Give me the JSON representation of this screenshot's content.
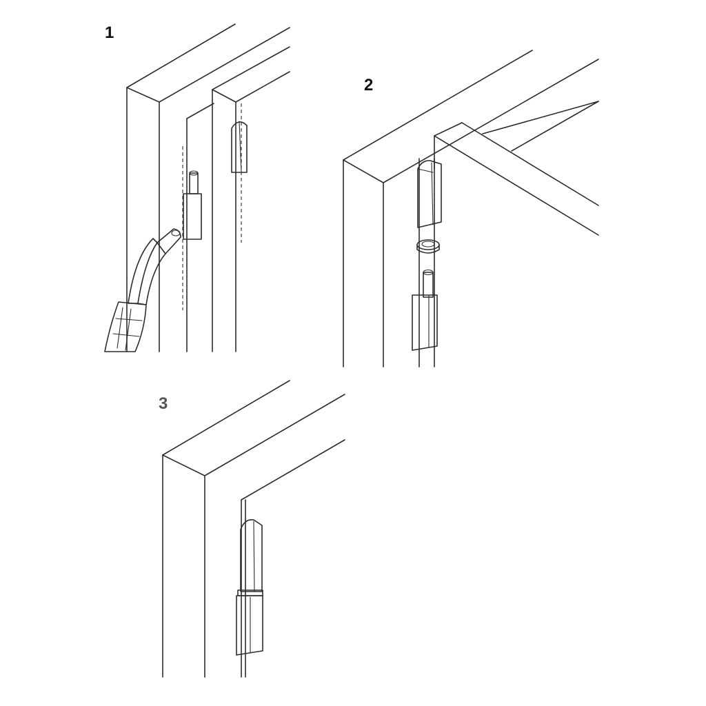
{
  "steps": [
    {
      "number": "1"
    },
    {
      "number": "2"
    },
    {
      "number": "3"
    }
  ],
  "colors": {
    "background": "#ffffff",
    "line": "#2b2b2b",
    "label": "#111111",
    "label_step3": "#555555",
    "part_fill": "#f2f2f2",
    "part_shade": "#d9d9d9",
    "torch_fill": "#cfcfcf"
  },
  "icons": {
    "step1": "welding-torch-icon",
    "step2": "hinge-bushing-icon",
    "step3": "assembled-hinge-icon"
  }
}
